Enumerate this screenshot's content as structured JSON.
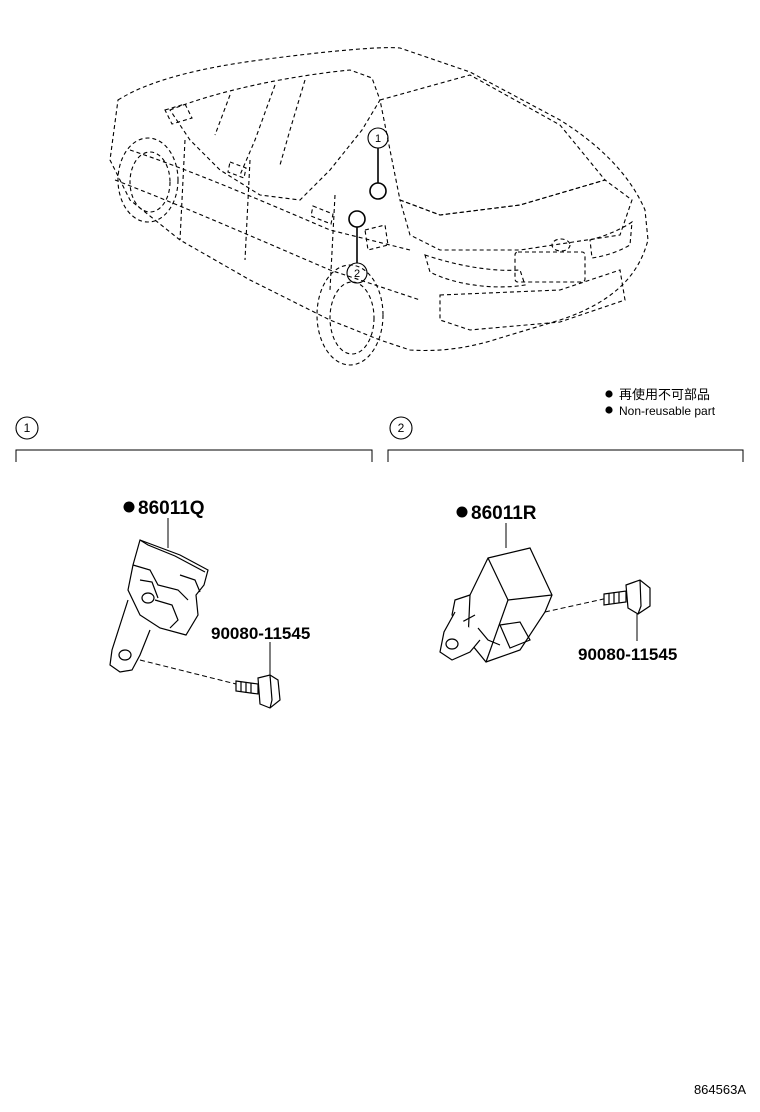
{
  "legend": {
    "items": [
      {
        "text": "再使用不可部品"
      },
      {
        "text": "Non-reusable part"
      }
    ]
  },
  "sections": [
    {
      "number": "1",
      "part_number": "86011Q",
      "bolt_part_number": "90080-11545"
    },
    {
      "number": "2",
      "part_number": "86011R",
      "bolt_part_number": "90080-11545"
    }
  ],
  "car_callouts": [
    "1",
    "2"
  ],
  "diagram_id": "864563A"
}
